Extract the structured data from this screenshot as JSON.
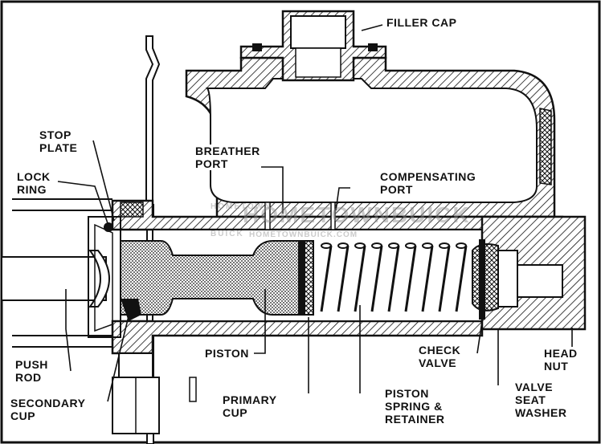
{
  "labels": {
    "filler_cap": "FILLER CAP",
    "stop_plate": [
      "STOP",
      "PLATE"
    ],
    "lock_ring": [
      "LOCK",
      "RING"
    ],
    "breather_port": [
      "BREATHER",
      "PORT"
    ],
    "compensating_port": [
      "COMPENSATING",
      "PORT"
    ],
    "push_rod": [
      "PUSH",
      "ROD"
    ],
    "secondary_cup": [
      "SECONDARY",
      "CUP"
    ],
    "piston": "PISTON",
    "primary_cup": [
      "PRIMARY",
      "CUP"
    ],
    "piston_spring_retainer": [
      "PISTON",
      "SPRING &",
      "RETAINER"
    ],
    "check_valve": [
      "CHECK",
      "VALVE"
    ],
    "valve_seat_washer": [
      "VALVE",
      "SEAT",
      "WASHER"
    ],
    "head_nut": [
      "HEAD",
      "NUT"
    ]
  },
  "watermark": {
    "small": "HOMETOWN",
    "large": "HOMETOWNBUICK",
    "sub": "BUICK",
    "url": "HOMETOWNBUICK.COM"
  },
  "colors": {
    "ink": "#111111",
    "paper": "#ffffff",
    "watermark": "#8c8c8c"
  }
}
